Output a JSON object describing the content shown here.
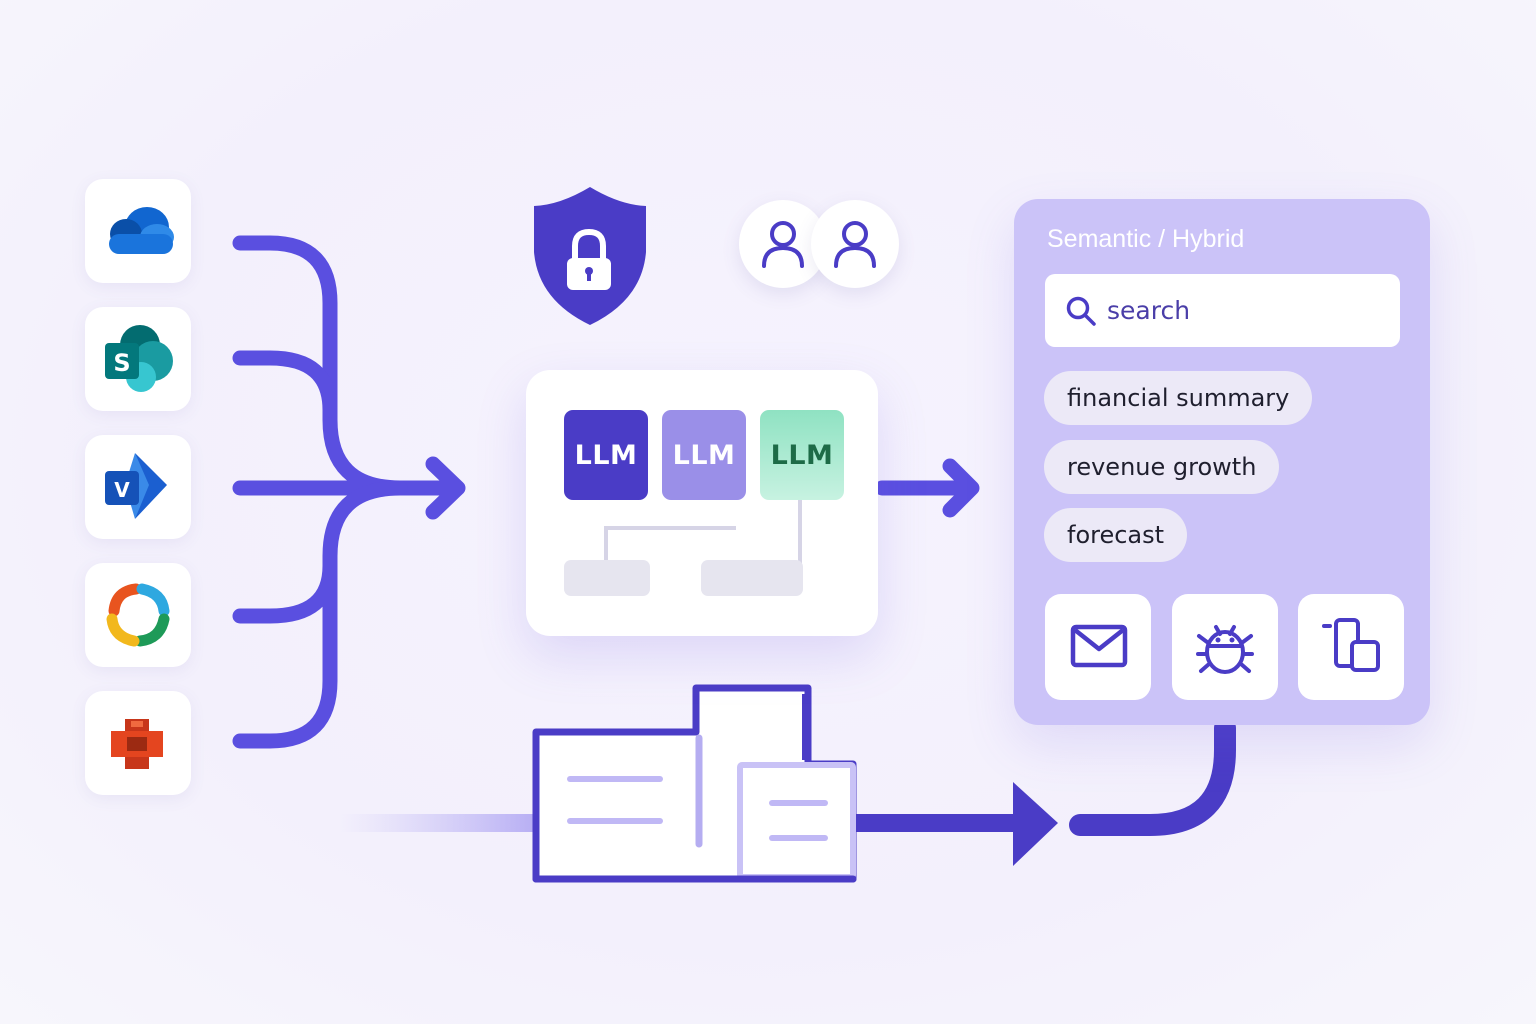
{
  "sources": [
    {
      "icon": "onedrive-icon"
    },
    {
      "icon": "sharepoint-icon",
      "letter": "S"
    },
    {
      "icon": "viva-icon",
      "letter": "V"
    },
    {
      "icon": "photos-icon"
    },
    {
      "icon": "storage-icon"
    }
  ],
  "llm_blocks": [
    {
      "label": "LLM"
    },
    {
      "label": "LLM"
    },
    {
      "label": "LLM"
    }
  ],
  "search_panel": {
    "title": "Semantic / Hybrid",
    "search_text": "search",
    "chips": [
      "financial summary",
      "revenue growth",
      "forecast"
    ],
    "tools": [
      "mail-icon",
      "bug-icon",
      "devices-icon"
    ]
  },
  "colors": {
    "accent": "#4a3cc6",
    "flow": "#5b4ee0",
    "panel": "#cbc3f8",
    "llm_green": "#8fe2c2"
  }
}
